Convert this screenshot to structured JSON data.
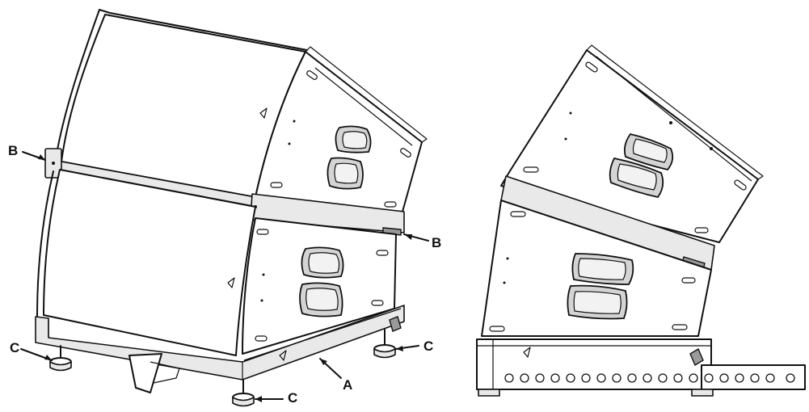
{
  "figure": {
    "callouts": {
      "b_left": "B",
      "b_right": "B",
      "c_left": "C",
      "c_right": "C",
      "c_bottom": "C",
      "a": "A"
    },
    "colors": {
      "line": "#111111",
      "fill": "#ffffff",
      "shade": "#e9e9e9"
    }
  }
}
